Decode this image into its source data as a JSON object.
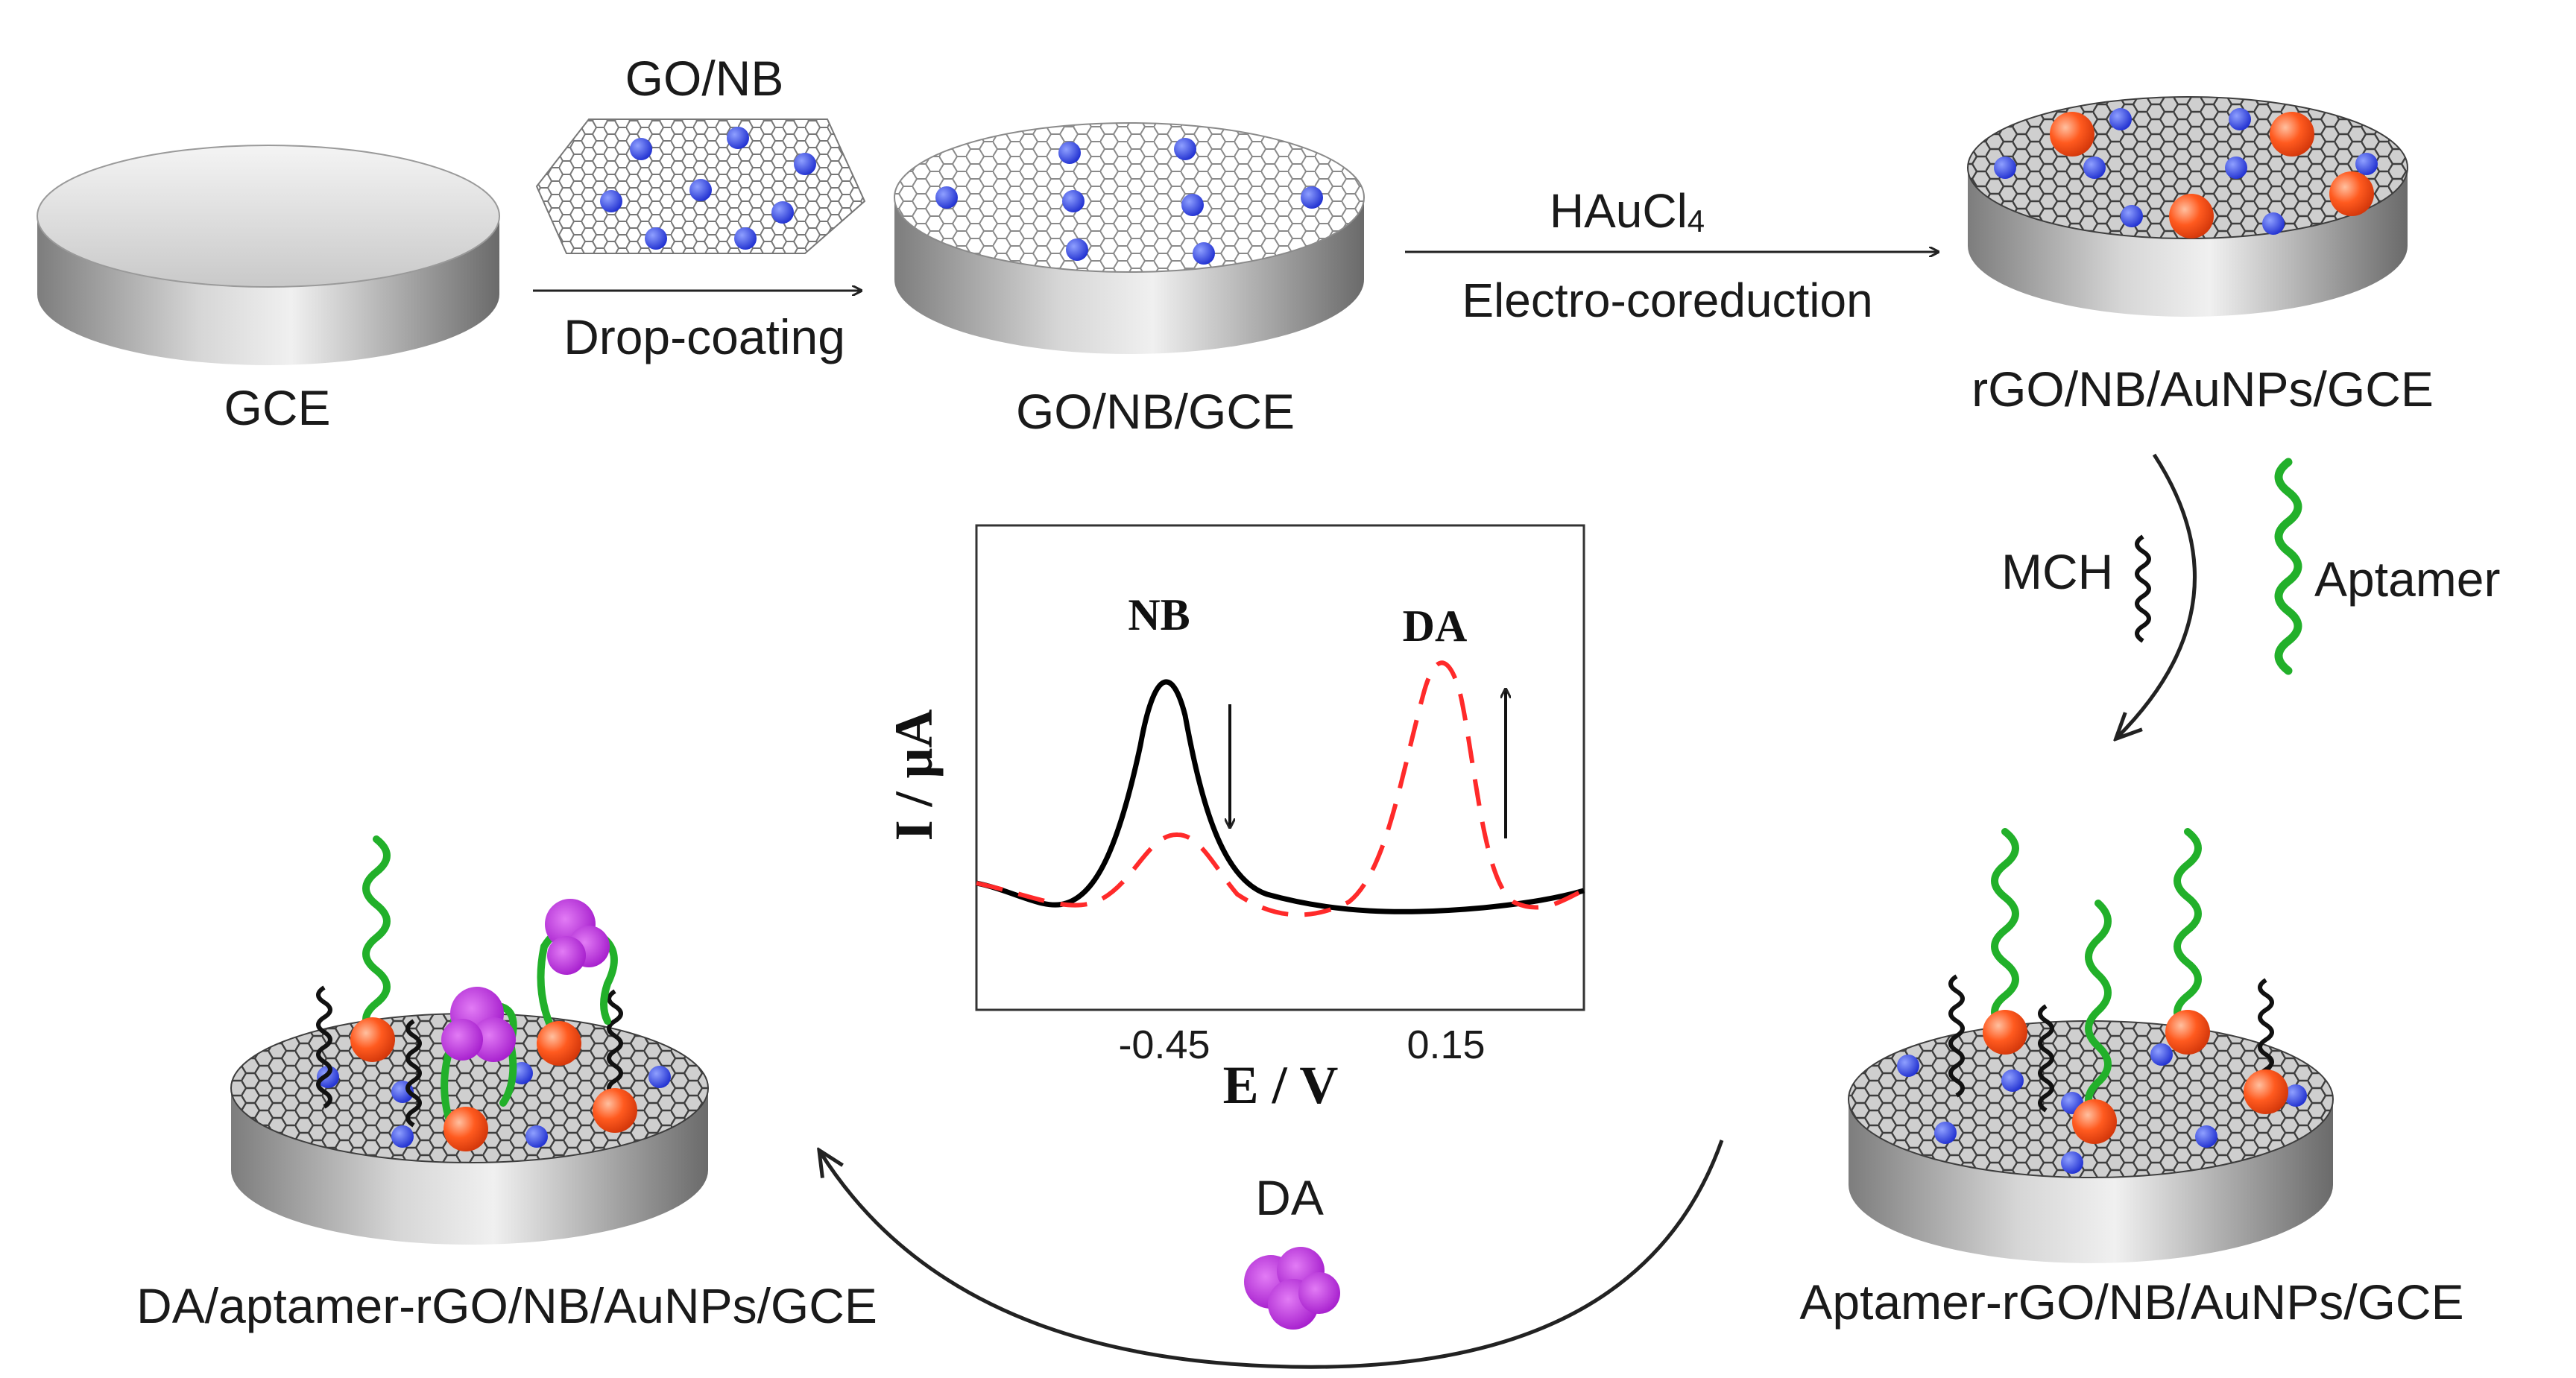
{
  "steps": {
    "gce": "GCE",
    "go_nb_sheet": "GO/NB",
    "drop_coating": "Drop-coating",
    "go_nb_gce": "GO/NB/GCE",
    "hauc_main": "HAuCl",
    "hauc_sub": "4",
    "electro_coreduction": "Electro-coreduction",
    "rgo_nb_aunps_gce": "rGO/NB/AuNPs/GCE",
    "mch": "MCH",
    "aptamer": "Aptamer",
    "aptamer_electrode": "Aptamer-rGO/NB/AuNPs/GCE",
    "da_target": "DA",
    "da_electrode": "DA/aptamer-rGO/NB/AuNPs/GCE"
  },
  "inset_chart": {
    "ylabel": "I / μA",
    "xlabel": "E / V",
    "ticks": [
      "-0.45",
      "0.15"
    ],
    "peak_nb": "NB",
    "peak_da": "DA"
  },
  "colors": {
    "nb_dot": "#1f2fd0",
    "aunp": "#ff5a1f",
    "aptamer": "#22b02a",
    "mch": "#111111",
    "da": "#b21fd6",
    "dashed_curve": "#ff2a2a"
  }
}
